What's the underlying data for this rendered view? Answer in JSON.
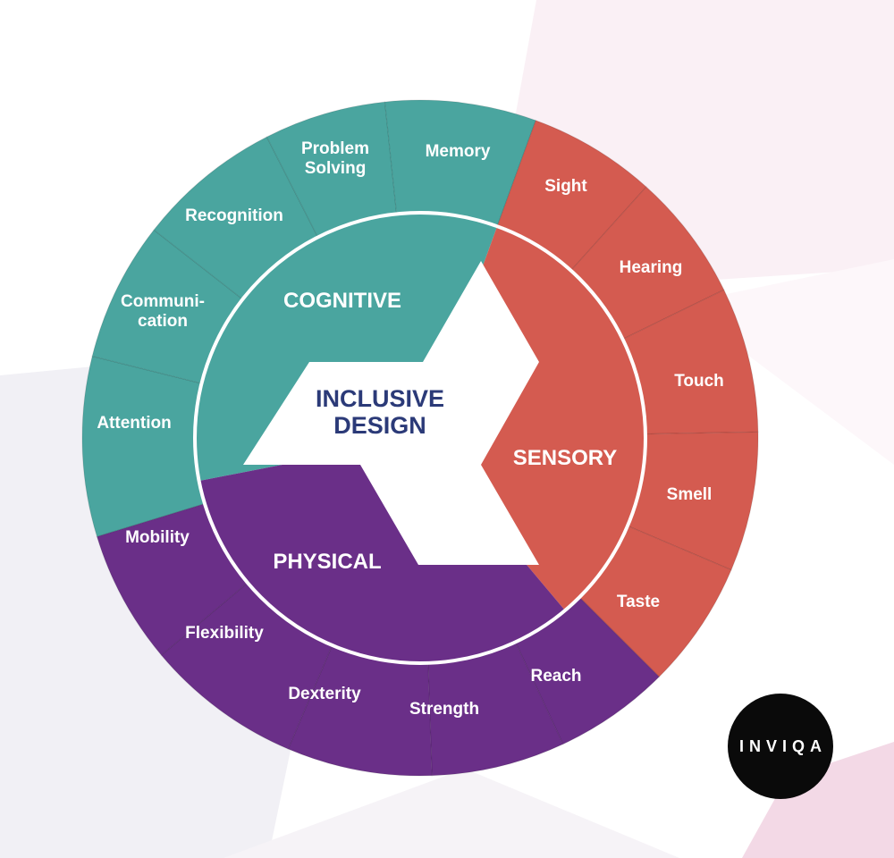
{
  "colors": {
    "cognitive": "#4aa59f",
    "sensory": "#d45b50",
    "physical": "#6a2f88",
    "center_text": "#2b3a78",
    "logo_bg": "#0a0a0a"
  },
  "center": {
    "line1": "INCLUSIVE",
    "line2": "DESIGN"
  },
  "categories": {
    "cognitive": "COGNITIVE",
    "sensory": "SENSORY",
    "physical": "PHYSICAL"
  },
  "segments": {
    "attention": [
      "Attention"
    ],
    "communication": [
      "Communi-",
      "cation"
    ],
    "recognition": [
      "Recognition"
    ],
    "problem_solving": [
      "Problem",
      "Solving"
    ],
    "memory": [
      "Memory"
    ],
    "sight": [
      "Sight"
    ],
    "hearing": [
      "Hearing"
    ],
    "touch": [
      "Touch"
    ],
    "smell": [
      "Smell"
    ],
    "taste": [
      "Taste"
    ],
    "reach": [
      "Reach"
    ],
    "strength": [
      "Strength"
    ],
    "dexterity": [
      "Dexterity"
    ],
    "flexibility": [
      "Flexibility"
    ],
    "mobility": [
      "Mobility"
    ]
  },
  "logo": {
    "text": "INVIQA",
    "icon": "inviqa-logo"
  }
}
